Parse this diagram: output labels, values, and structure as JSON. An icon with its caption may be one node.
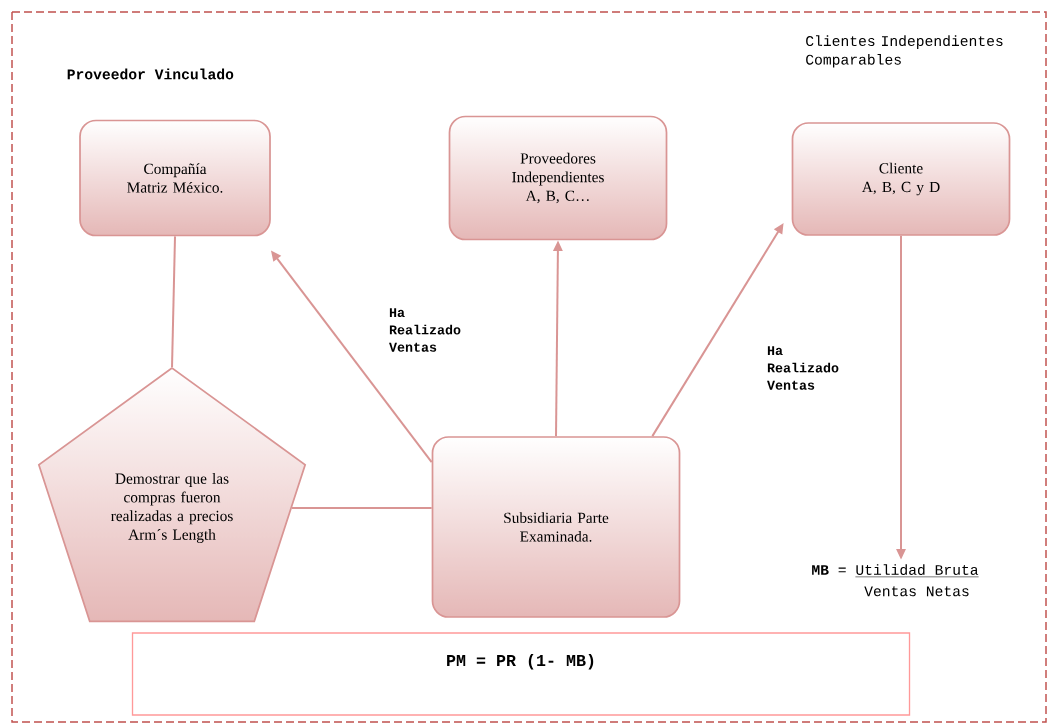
{
  "diagram": {
    "nodes": [
      {
        "text": [
          "Compañía Matriz México."
        ]
      },
      {
        "text": [
          "Proveedores Independientes A, B, C…"
        ]
      },
      {
        "text": [
          "Cliente",
          "A, B, C y D"
        ]
      },
      {
        "text": [
          "Demostrar que las compras fueron realizadas a precios Arm´s Length"
        ]
      },
      {
        "text": [
          "Subsidiaria Parte Examinada."
        ]
      },
      {
        "text": [
          "MB",
          "=",
          "Utilidad Bruta",
          "Ventas Netas"
        ]
      },
      {
        "text": [
          "PM = PR (1- MB)"
        ]
      }
    ],
    "edges": [
      {
        "from": 0,
        "to": 3,
        "arrow": "none"
      },
      {
        "from": 4,
        "to": 0,
        "arrow": "to",
        "label": "Ha Realizado Ventas"
      },
      {
        "from": 4,
        "to": 1,
        "arrow": "to"
      },
      {
        "from": 4,
        "to": 2,
        "arrow": "to",
        "label": "Ha Realizado Ventas"
      },
      {
        "from": 2,
        "to": 5,
        "arrow": "to"
      },
      {
        "from": 3,
        "to": 4,
        "arrow": "none"
      }
    ],
    "labels": [
      "Proveedor Vinculado",
      "Clientes Independientes Comparables"
    ]
  }
}
